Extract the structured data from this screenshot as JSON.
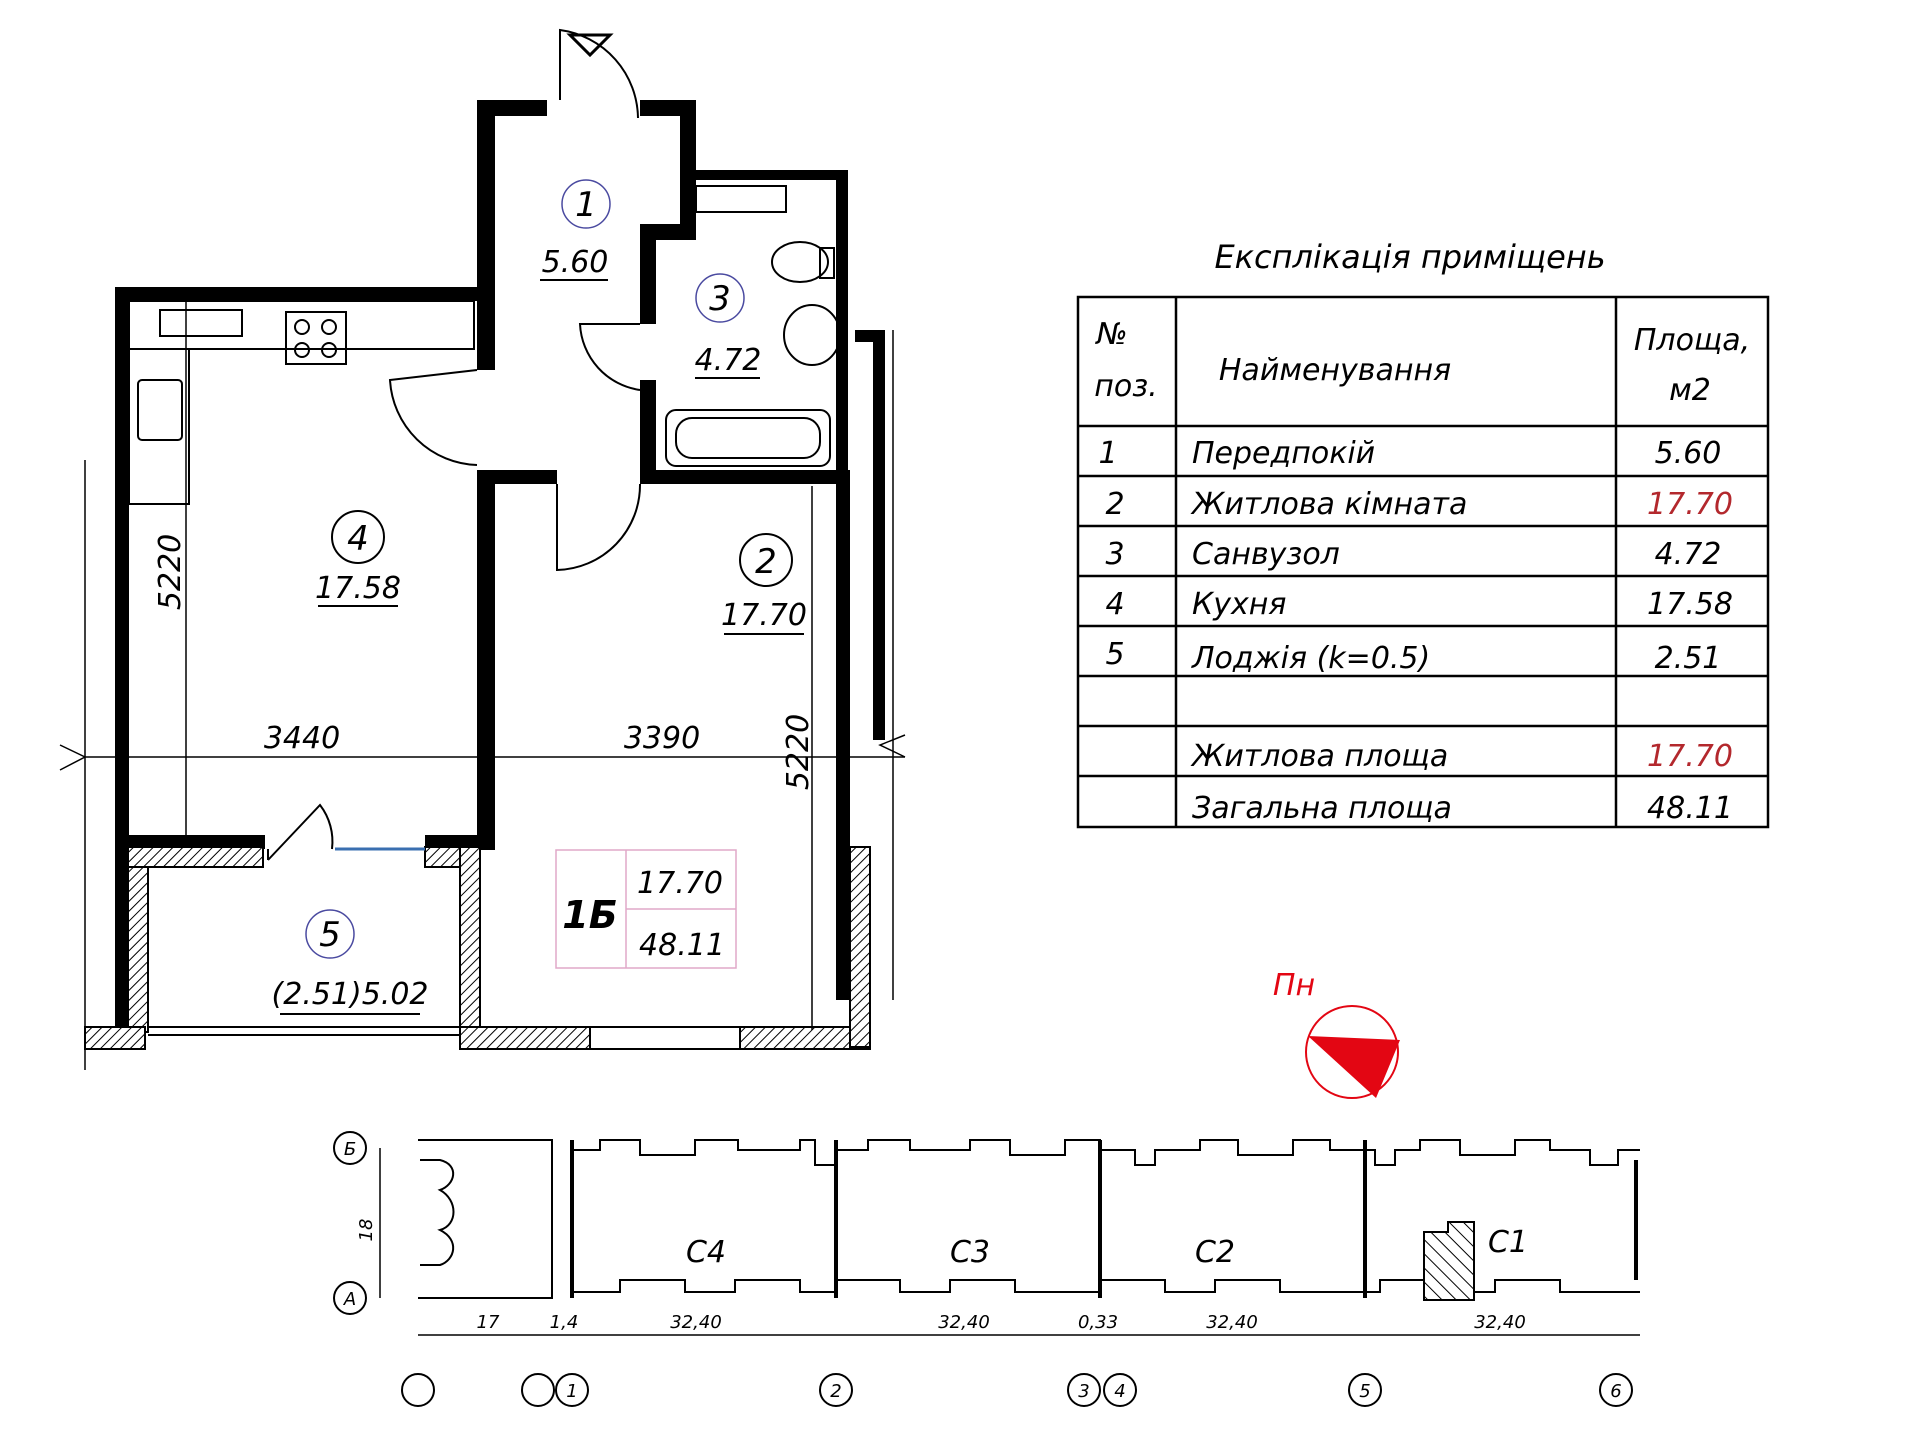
{
  "rooms": [
    {
      "num": "1",
      "area": "5.60"
    },
    {
      "num": "3",
      "area": "4.72"
    },
    {
      "num": "4",
      "area": "17.58"
    },
    {
      "num": "2",
      "area": "17.70"
    },
    {
      "num": "5",
      "area": "(2.51)5.02"
    }
  ],
  "dimensions": {
    "left_height": "5220",
    "right_height": "5220",
    "width_left": "3440",
    "width_right": "3390"
  },
  "unit_badge": {
    "type": "1Б",
    "living_area": "17.70",
    "total_area": "48.11"
  },
  "explication": {
    "title": "Експлікація приміщень",
    "head_num_1": "№",
    "head_num_2": "поз.",
    "head_name": "Найменування",
    "head_area_1": "Площа,",
    "head_area_2": "м2",
    "rows": [
      {
        "num": "1",
        "name": "Передпокій",
        "area": "5.60",
        "highlight": false
      },
      {
        "num": "2",
        "name": "Житлова кімната",
        "area": "17.70",
        "highlight": true
      },
      {
        "num": "3",
        "name": "Санвузол",
        "area": "4.72",
        "highlight": false
      },
      {
        "num": "4",
        "name": "Кухня",
        "area": "17.58",
        "highlight": false
      },
      {
        "num": "5",
        "name": "Лоджія (k=0.5)",
        "area": "2.51",
        "highlight": false
      }
    ],
    "living_label": "Житлова площа",
    "living_value": "17.70",
    "total_label": "Загальна площа",
    "total_value": "48.11"
  },
  "compass": {
    "label": "Пн",
    "color": "#e30613"
  },
  "site_plan": {
    "sections": [
      "С4",
      "С3",
      "С2",
      "С1"
    ],
    "axis_letters": [
      "Б",
      "А"
    ],
    "side_dim": "18",
    "bottom_dims": [
      "17",
      "1,4",
      "32,40",
      "32,40",
      "0,33",
      "32,40",
      "32,40"
    ],
    "axis_numbers": [
      "1",
      "2",
      "3",
      "4",
      "5",
      "6"
    ]
  },
  "colors": {
    "highlight_text": "#b3282d",
    "badge_border": "#e0a8c8"
  }
}
